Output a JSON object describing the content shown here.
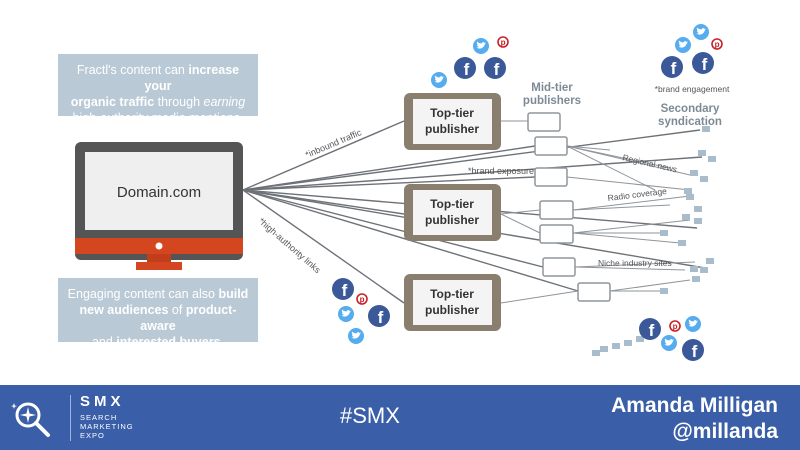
{
  "callouts": {
    "top": {
      "line1_pre": "Fractl's content can ",
      "line1_bold": "increase your",
      "line2_bold": "organic traffic",
      "line2_pre": " through ",
      "line2_em": "earning",
      "line3": "high-authority media mentions."
    },
    "bottom": {
      "line1_pre": "Engaging content can also ",
      "line1_bold": "build",
      "line2_bold": "new audiences",
      "line2_mid": " of ",
      "line2_bold2": "product-aware",
      "line3_pre": "and ",
      "line3_bold": "interested buyers",
      "line3_post": "."
    }
  },
  "diagram": {
    "domain_label": "Domain.com",
    "publisher_line1": "Top-tier",
    "publisher_line2": "publisher",
    "mid_tier_line1": "Mid-tier",
    "mid_tier_line2": "publishers",
    "secondary_line1": "Secondary",
    "secondary_line2": "syndication",
    "inbound_traffic": "*inbound traffic",
    "high_authority_links": "*high-authority links",
    "brand_exposure": "*brand exposure",
    "brand_engagement": "*brand engagement",
    "regional_news": "Regional news",
    "radio_coverage": "Radio coverage",
    "niche_industry_sites": "Niche industry sites"
  },
  "footer": {
    "smx_title": "SMX",
    "smx_sub_1": "SEARCH",
    "smx_sub_2": "MARKETING",
    "smx_sub_3": "EXPO",
    "hashtag": "#SMX",
    "speaker_name": "Amanda Milligan",
    "speaker_handle": "@millanda"
  },
  "colors": {
    "monitor_frame": "#555555",
    "monitor_stand": "#d4461f",
    "tablet_frame": "#8a7e6e",
    "line_gray": "#6d7278",
    "square_blue": "#a9bccb",
    "callout_bg": "#b9c9d6",
    "footer_bg": "#3a5ea8",
    "facebook": "#3b5998",
    "twitter": "#55acee",
    "pinterest": "#cb2027"
  }
}
